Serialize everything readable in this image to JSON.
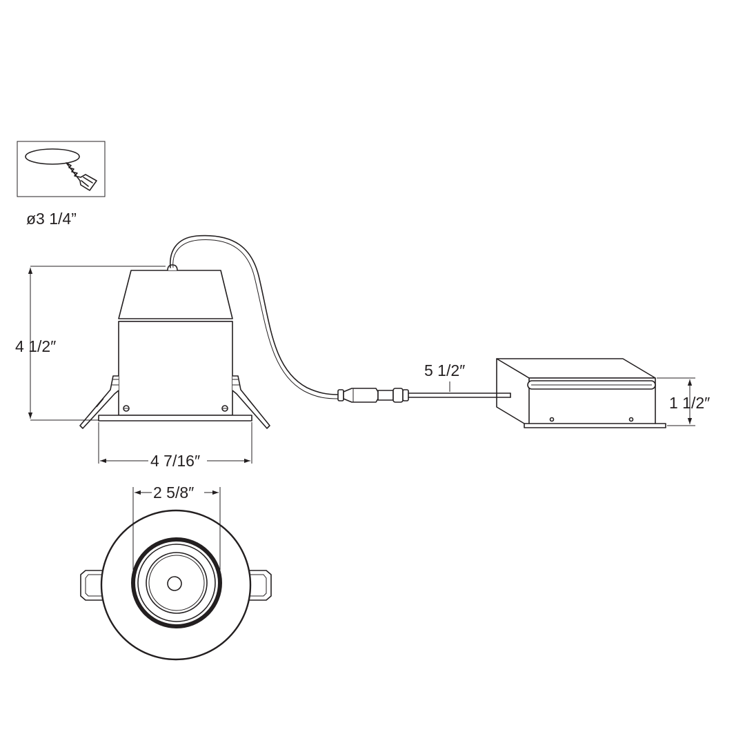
{
  "hole_cut_label": "ø3 1/4”",
  "dimensions": {
    "height": "4 1/2″",
    "trim_width": "4 7/16″",
    "cable_length": "5 1/2″",
    "driver_height": "1 1/2″",
    "aperture": "2 5/8″"
  }
}
